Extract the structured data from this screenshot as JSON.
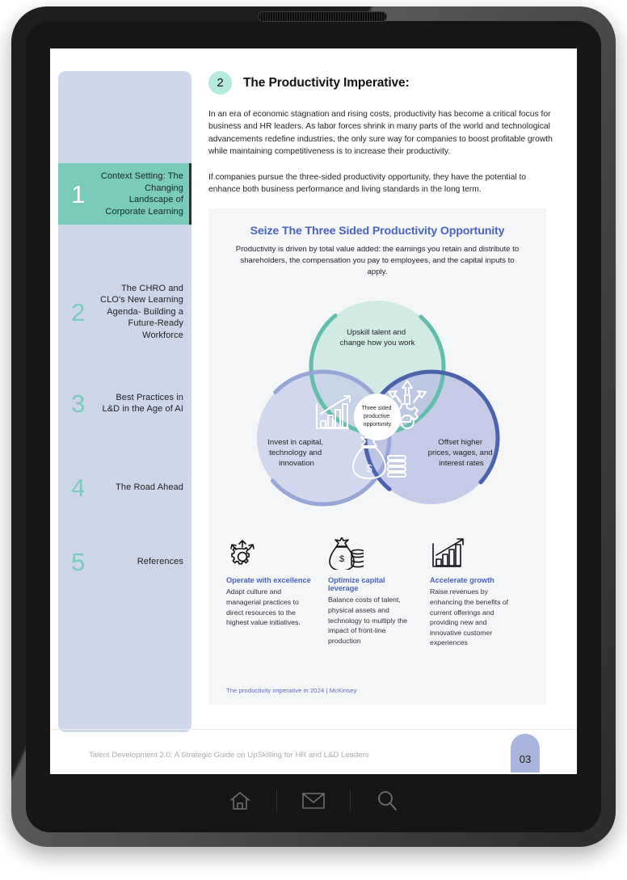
{
  "device": {
    "frame_color": "#2b2c2e",
    "speaker": "speaker-grille"
  },
  "sidebar": {
    "items": [
      {
        "number": "1",
        "label": "Context Setting: The Changing Landscape of Corporate Learning",
        "active": true
      },
      {
        "number": "2",
        "label": "The CHRO and CLO's New Learning Agenda- Building a Future-Ready Workforce",
        "active": false
      },
      {
        "number": "3",
        "label": "Best Practices in L&D in the Age of AI",
        "active": false
      },
      {
        "number": "4",
        "label": "The Road Ahead",
        "active": false
      },
      {
        "number": "5",
        "label": "References",
        "active": false
      }
    ],
    "active_bg": "#7acbba",
    "bg": "#ced7ea",
    "number_color": "#78ccbc"
  },
  "main": {
    "section_number": "2",
    "section_title": "The Productivity Imperative:",
    "paragraphs": [
      "In an era of economic stagnation and rising costs, productivity has become a critical focus for business and HR leaders. As labor forces shrink in many parts of the world and technological advancements redefine industries, the only sure way for companies to boost profitable growth while maintaining competitiveness is to increase their productivity.",
      "If companies pursue the three-sided productivity opportunity, they have the potential to enhance both business performance and living standards in the long term."
    ]
  },
  "callout": {
    "title": "Seize The Three Sided Productivity Opportunity",
    "title_color": "#4a63c0",
    "subtitle": "Productivity is driven by total value added: the earnings you retain and distribute to shareholders, the compensation you pay to employees, and the capital inputs to apply.",
    "source": "The productivity imperative in 2024 | McKinsey"
  },
  "venn": {
    "center_label": "Three sided productive opportunity",
    "circles": [
      {
        "id": "top",
        "label": "Upskill talent and change how you work",
        "fill": "#cfe9e2",
        "stroke": "#6cbdae"
      },
      {
        "id": "left",
        "label": "Invest in capital, technology and innovation",
        "fill": "#cfd5ea",
        "stroke": "#9aa9d8"
      },
      {
        "id": "right",
        "label": "Offset higher prices, wages, and interest rates",
        "fill": "#c4c9e6",
        "stroke": "#4f68ac"
      }
    ],
    "icons": [
      {
        "name": "bar-chart-growth-icon",
        "position": "top-left-overlap"
      },
      {
        "name": "gear-arrows-icon",
        "position": "top-right-overlap"
      },
      {
        "name": "money-bag-coins-icon",
        "position": "bottom-overlap"
      }
    ]
  },
  "columns": [
    {
      "icon": "gear-arrows-icon",
      "heading": "Operate with excellence",
      "body": "Adapt culture and managerial practices to direct resources to the highest value initiatives."
    },
    {
      "icon": "money-bag-coins-icon",
      "heading": "Optimize capital leverage",
      "body": "Balance costs of talent, physical assets and technology to multiply the impact of front-line production"
    },
    {
      "icon": "bar-chart-growth-icon",
      "heading": "Accelerate growth",
      "body": "Raise revenues by enhancing the benefits of current offerings and providing new and innovative customer experiences"
    }
  ],
  "footer": {
    "text": "Talent Development 2.0: A Strategic Guide on UpSkilling for HR and L&D Leaders",
    "page_number": "03",
    "page_badge_color": "#a8b6de"
  },
  "navbar": {
    "buttons": [
      {
        "name": "home-icon",
        "label": "Home"
      },
      {
        "name": "mail-icon",
        "label": "Mail"
      },
      {
        "name": "search-icon",
        "label": "Search"
      }
    ]
  }
}
